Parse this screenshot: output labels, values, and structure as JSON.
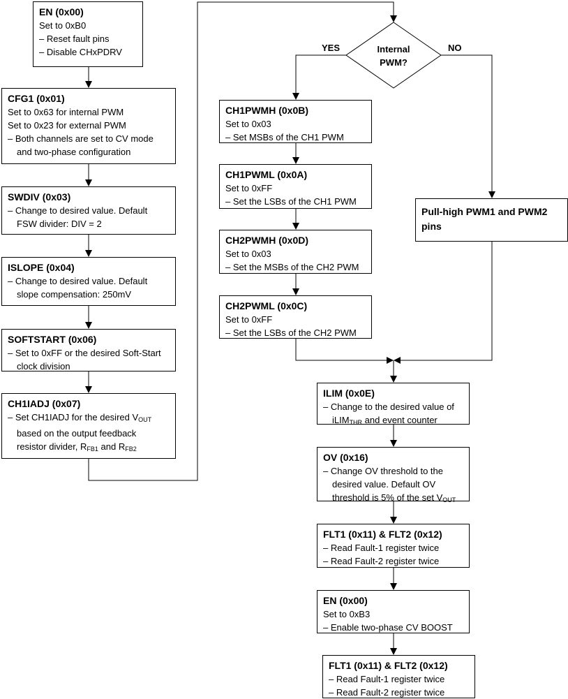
{
  "decision": {
    "line1": "Internal",
    "line2": "PWM?",
    "yes": "YES",
    "no": "NO"
  },
  "boxes": {
    "en1": {
      "title": "EN (0x00)",
      "l1": "Set to 0xB0",
      "l2": "– Reset fault pins",
      "l3": "– Disable CHxPDRV"
    },
    "cfg1": {
      "title": "CFG1 (0x01)",
      "l1": "Set to 0x63 for internal PWM",
      "l2": "Set to 0x23 for external PWM",
      "l3": "– Both channels are set to CV mode",
      "l4": "and two-phase configuration"
    },
    "swdiv": {
      "title": "SWDIV (0x03)",
      "l1": "– Change to desired value. Default",
      "l2": "FSW divider: DIV = 2"
    },
    "islope": {
      "title": "ISLOPE (0x04)",
      "l1": "– Change to desired value. Default",
      "l2": "slope compensation: 250mV"
    },
    "softstart": {
      "title": "SOFTSTART (0x06)",
      "l1": "– Set to 0xFF or the desired Soft-Start",
      "l2": "clock division"
    },
    "ch1iadj": {
      "title": "CH1IADJ (0x07)",
      "l1_a": "– Set CH1IADJ for the desired V",
      "l1_sub": "OUT",
      "l2": "based on the output feedback",
      "l3_a": "resistor divider, R",
      "l3_sub1": "FB1",
      "l3_b": " and R",
      "l3_sub2": "FB2"
    },
    "ch1pwmh": {
      "title": "CH1PWMH (0x0B)",
      "l1": "Set to 0x03",
      "l2": "– Set MSBs of the CH1 PWM"
    },
    "ch1pwml": {
      "title": "CH1PWML (0x0A)",
      "l1": "Set to 0xFF",
      "l2": "– Set the LSBs of the CH1 PWM"
    },
    "ch2pwmh": {
      "title": "CH2PWMH (0x0D)",
      "l1": "Set to 0x03",
      "l2": "– Set the MSBs of the CH2 PWM"
    },
    "ch2pwml": {
      "title": "CH2PWML (0x0C)",
      "l1": "Set to 0xFF",
      "l2": "– Set the LSBs of the CH2 PWM"
    },
    "pullhigh": {
      "l1": "Pull-high PWM1 and PWM2",
      "l2": "pins"
    },
    "ilim": {
      "title": "ILIM (0x0E)",
      "l1": "– Change to the desired value of",
      "l2_a": "iLIM",
      "l2_sub": "THR",
      "l2_b": " and event counter"
    },
    "ov": {
      "title": "OV (0x16)",
      "l1": "– Change OV threshold to the",
      "l2": "desired value. Default OV",
      "l3_a": "threshold is 5% of the set V",
      "l3_sub": "OUT"
    },
    "flt_a": {
      "title": "FLT1 (0x11) & FLT2 (0x12)",
      "l1": "– Read Fault-1 register twice",
      "l2": "– Read Fault-2 register twice"
    },
    "en2": {
      "title": "EN (0x00)",
      "l1": "Set to 0xB3",
      "l2": "– Enable two-phase CV BOOST"
    },
    "flt_b": {
      "title": "FLT1 (0x11) & FLT2 (0x12)",
      "l1": "– Read Fault-1 register twice",
      "l2": "– Read Fault-2 register twice"
    }
  }
}
